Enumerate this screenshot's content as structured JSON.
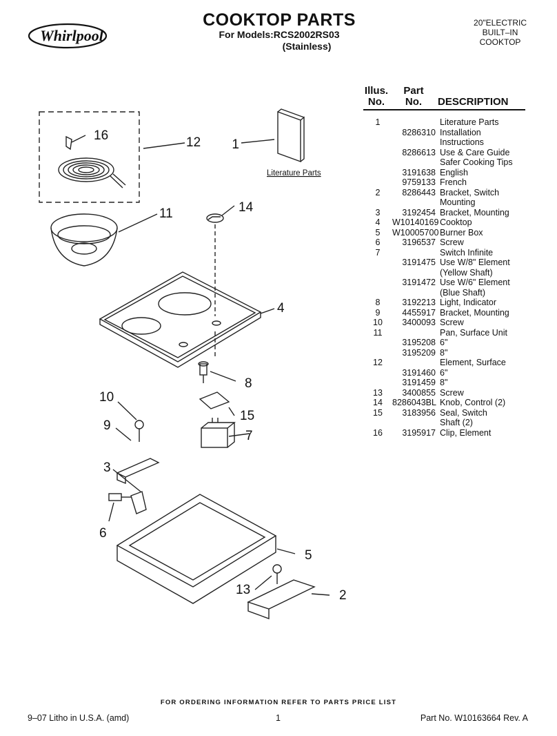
{
  "header": {
    "brand": "Whirlpool",
    "title": "COOKTOP PARTS",
    "models_line": "For Models:RCS2002RS03",
    "finish": "(Stainless)",
    "category_line1": "20\"ELECTRIC",
    "category_line2": "BUILT–IN",
    "category_line3": "COOKTOP"
  },
  "table_header": {
    "illus_1": "Illus.",
    "illus_2": "No.",
    "part_1": "Part",
    "part_2": "No.",
    "description": "DESCRIPTION"
  },
  "parts": [
    {
      "illus": "1",
      "part": "",
      "desc": "Literature Parts"
    },
    {
      "illus": "",
      "part": "8286310",
      "desc": "Installation"
    },
    {
      "illus": "",
      "part": "",
      "desc": "Instructions"
    },
    {
      "illus": "",
      "part": "8286613",
      "desc": "Use & Care Guide"
    },
    {
      "illus": "",
      "part": "",
      "desc": "Safer Cooking Tips"
    },
    {
      "illus": "",
      "part": "3191638",
      "desc": "English"
    },
    {
      "illus": "",
      "part": "9759133",
      "desc": "French"
    },
    {
      "illus": "",
      "part": "",
      "desc": ""
    },
    {
      "illus": "2",
      "part": "8286443",
      "desc": "Bracket, Switch"
    },
    {
      "illus": "",
      "part": "",
      "desc": "Mounting"
    },
    {
      "illus": "3",
      "part": "3192454",
      "desc": "Bracket, Mounting"
    },
    {
      "illus": "4",
      "part": "W10140169",
      "desc": "Cooktop"
    },
    {
      "illus": "5",
      "part": "W10005700",
      "desc": "Burner Box"
    },
    {
      "illus": "6",
      "part": "3196537",
      "desc": "Screw"
    },
    {
      "illus": "7",
      "part": "",
      "desc": "Switch Infinite"
    },
    {
      "illus": "",
      "part": "3191475",
      "desc": "Use W/8\" Element"
    },
    {
      "illus": "",
      "part": "",
      "desc": "(Yellow Shaft)"
    },
    {
      "illus": "",
      "part": "3191472",
      "desc": "Use W/6\" Element"
    },
    {
      "illus": "",
      "part": "",
      "desc": "(Blue Shaft)"
    },
    {
      "illus": "8",
      "part": "3192213",
      "desc": "Light, Indicator"
    },
    {
      "illus": "9",
      "part": "4455917",
      "desc": "Bracket, Mounting"
    },
    {
      "illus": "10",
      "part": "3400093",
      "desc": "Screw"
    },
    {
      "illus": "11",
      "part": "",
      "desc": "Pan, Surface Unit"
    },
    {
      "illus": "",
      "part": "3195208",
      "desc": "6\""
    },
    {
      "illus": "",
      "part": "3195209",
      "desc": "8\""
    },
    {
      "illus": "12",
      "part": "",
      "desc": "Element, Surface"
    },
    {
      "illus": "",
      "part": "3191460",
      "desc": "6\""
    },
    {
      "illus": "",
      "part": "3191459",
      "desc": "8\""
    },
    {
      "illus": "13",
      "part": "3400855",
      "desc": "Screw"
    },
    {
      "illus": "14",
      "part": "8286043BL",
      "desc": "Knob, Control (2)"
    },
    {
      "illus": "15",
      "part": "3183956",
      "desc": "Seal, Switch"
    },
    {
      "illus": "",
      "part": "",
      "desc": "Shaft (2)"
    },
    {
      "illus": "16",
      "part": "3195917",
      "desc": "Clip, Element"
    }
  ],
  "diagram": {
    "literature_label": "Literature Parts",
    "callouts": [
      "16",
      "12",
      "1",
      "11",
      "14",
      "4",
      "8",
      "10",
      "15",
      "9",
      "7",
      "3",
      "6",
      "5",
      "13",
      "2"
    ]
  },
  "footer": {
    "ordering_note": "FOR ORDERING INFORMATION REFER TO PARTS PRICE LIST",
    "litho": "9–07 Litho in U.S.A. (amd)",
    "page": "1",
    "part_no": "Part No. W10163664 Rev. A"
  }
}
